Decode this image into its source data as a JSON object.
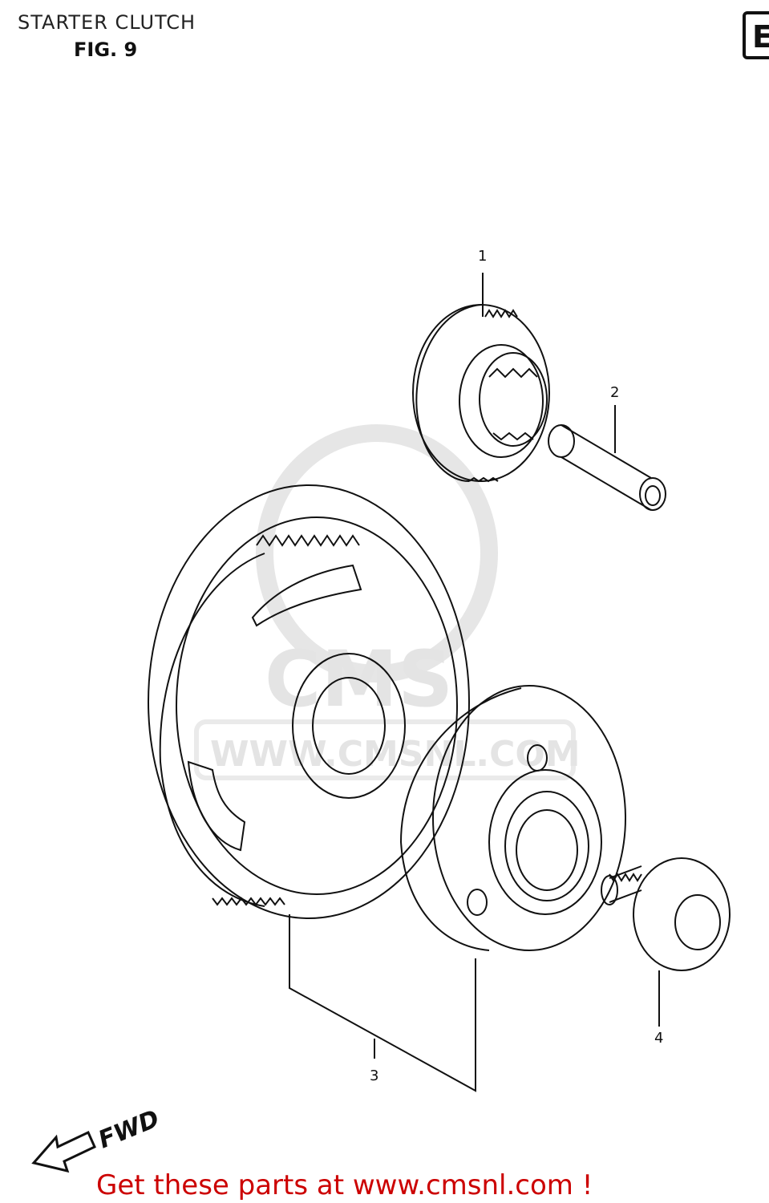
{
  "header": {
    "title": "STARTER CLUTCH",
    "figure": "FIG. 9",
    "section_code": "E"
  },
  "parts": [
    {
      "number": "1",
      "part": "idle-gear"
    },
    {
      "number": "2",
      "part": "shaft"
    },
    {
      "number": "3",
      "part": "starter-clutch-assembly"
    },
    {
      "number": "4",
      "part": "flange-bolt"
    }
  ],
  "watermark": {
    "logo": "CMS",
    "url": "WWW.CMSNL.COM"
  },
  "direction_label": "FWD",
  "footer": {
    "cta": "Get these parts at www.cmsnl.com !"
  },
  "colors": {
    "line": "#111111",
    "watermark": "#e4e4e4",
    "cta": "#cc0000"
  }
}
